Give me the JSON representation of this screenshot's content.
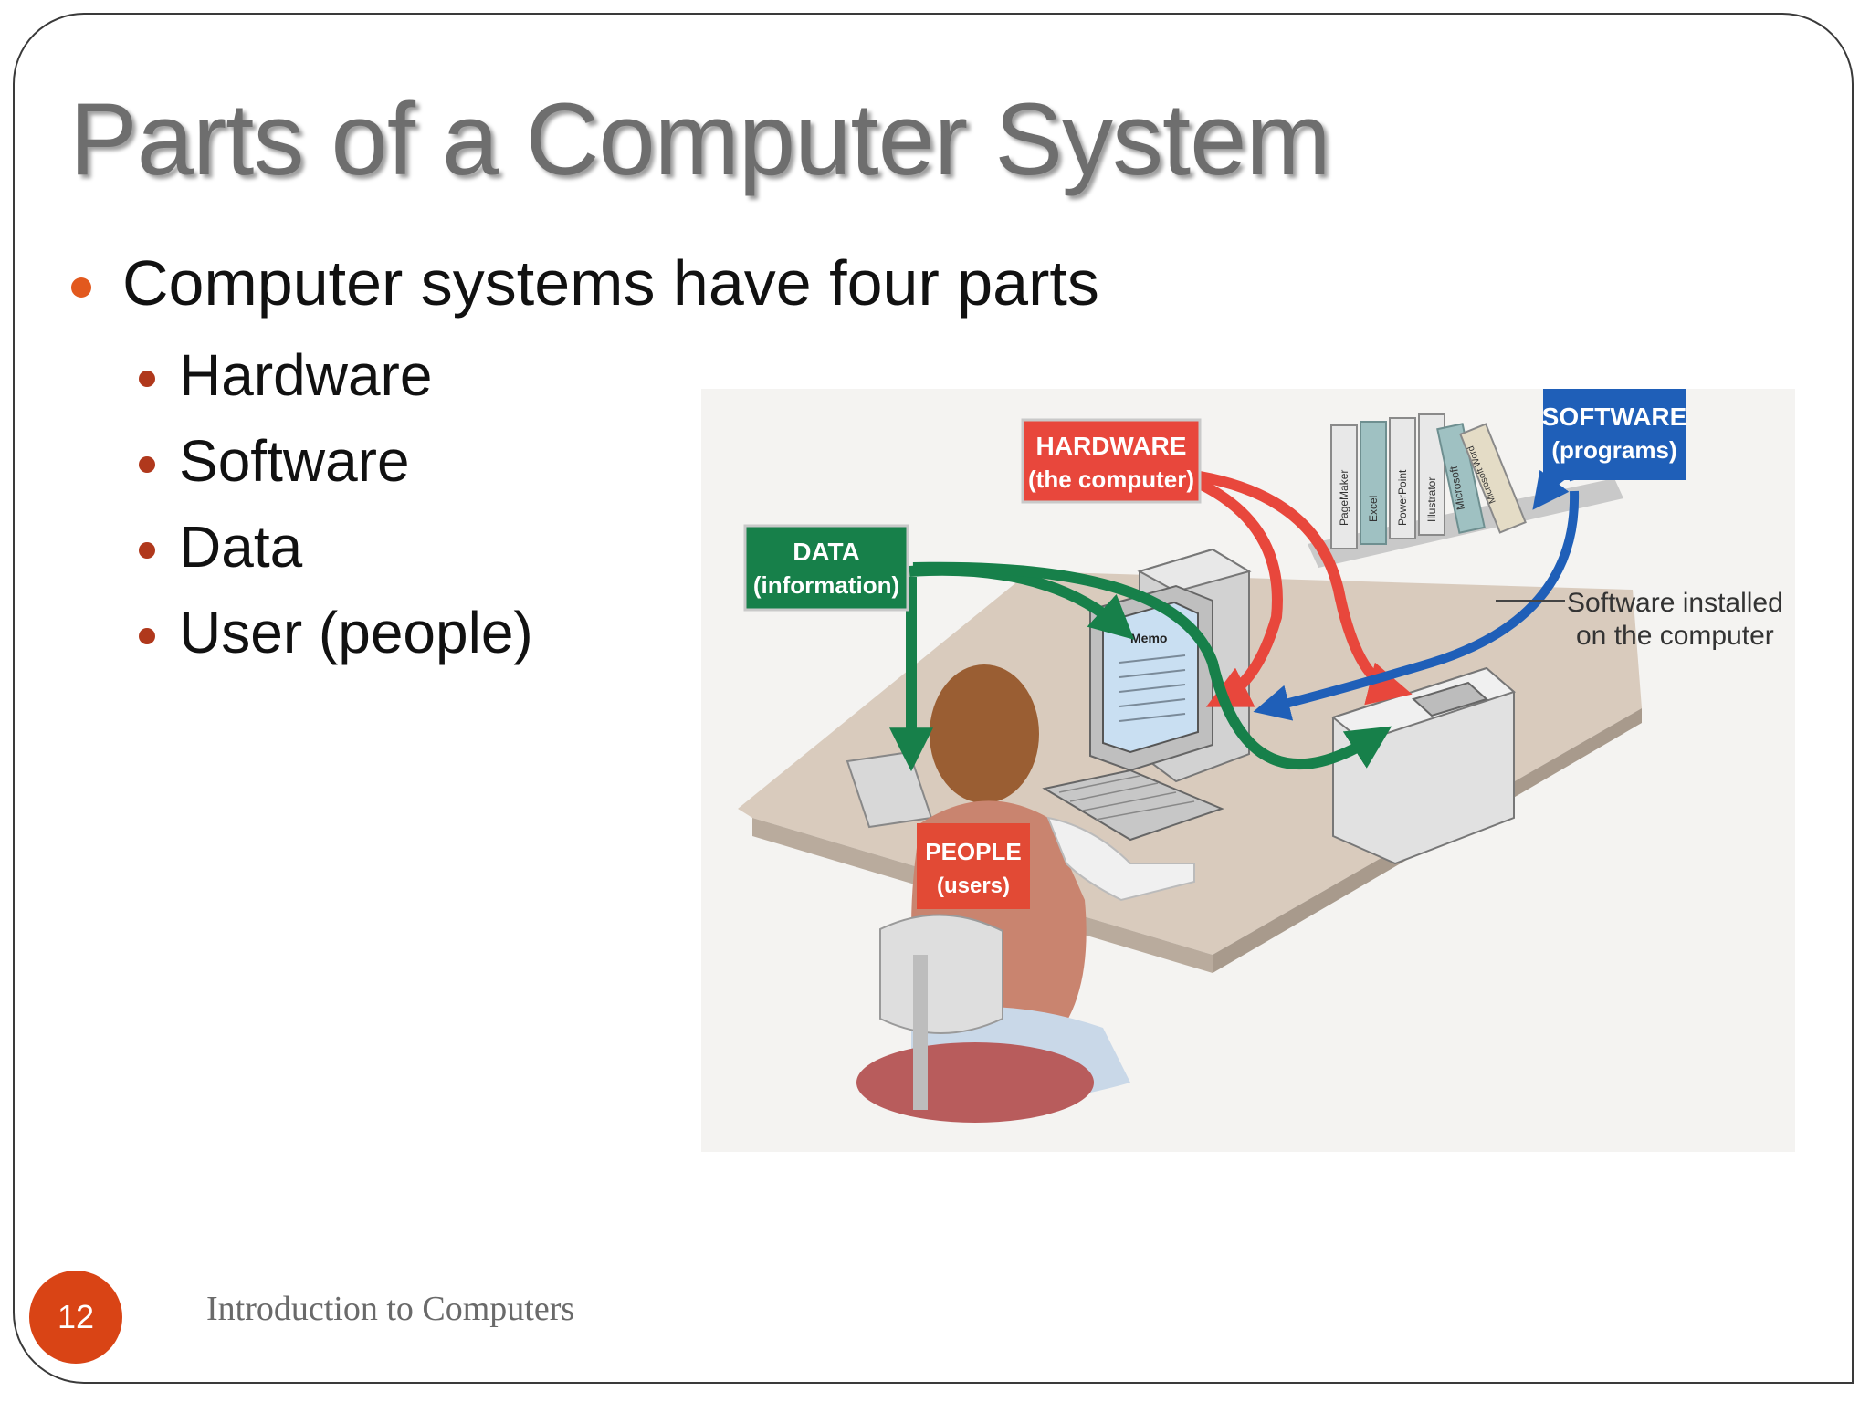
{
  "slide": {
    "title": "Parts of a Computer System",
    "bullet_main": "Computer systems have four parts",
    "sub_bullets": [
      "Hardware",
      "Software",
      "Data",
      "User (people)"
    ],
    "page_number": "12",
    "footer": "Introduction to Computers"
  },
  "illustration": {
    "label_hardware": {
      "line1": "HARDWARE",
      "line2": "(the computer)"
    },
    "label_software": {
      "line1": "SOFTWARE",
      "line2": "(programs)"
    },
    "label_data": {
      "line1": "DATA",
      "line2": "(information)"
    },
    "label_people": {
      "line1": "PEOPLE",
      "line2": "(users)"
    },
    "software_note": {
      "line1": "Software installed",
      "line2": "on the computer"
    },
    "screen_text": "Memo",
    "book_titles": [
      "PageMaker",
      "Excel",
      "PowerPoint",
      "Illustrator",
      "Microsoft",
      "Microsoft Word"
    ]
  },
  "colors": {
    "accent_orange": "#e2591e",
    "badge_red": "#d94415",
    "title_gray": "#6e6e6e",
    "hardware_red": "#e8473c",
    "software_blue": "#1f5fb8",
    "data_green": "#17804a",
    "people_red": "#e24a35"
  }
}
